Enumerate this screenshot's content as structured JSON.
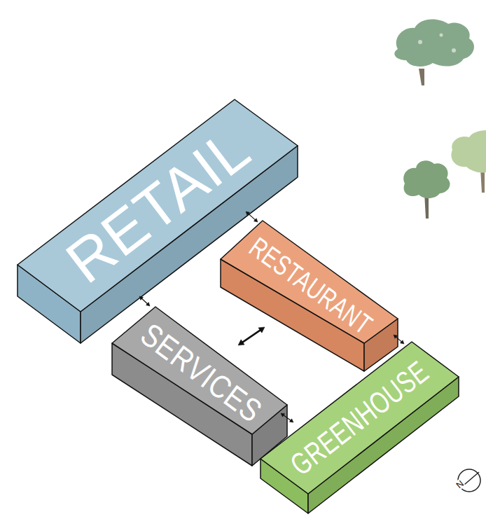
{
  "diagram": {
    "nodes": [
      {
        "text": [
          "RETAIL"
        ]
      },
      {
        "text": [
          "RESTAURANT"
        ]
      },
      {
        "text": [
          "SERVICES"
        ]
      },
      {
        "text": [
          "GREENHOUSE"
        ]
      }
    ],
    "edges": [
      {
        "from": 0,
        "to": 1,
        "arrow": "both"
      },
      {
        "from": 0,
        "to": 2,
        "arrow": "both"
      },
      {
        "from": 2,
        "to": 1,
        "arrow": "both"
      },
      {
        "from": 1,
        "to": 3,
        "arrow": "both"
      },
      {
        "from": 2,
        "to": 3,
        "arrow": "both"
      }
    ],
    "labels": [
      "N"
    ]
  }
}
